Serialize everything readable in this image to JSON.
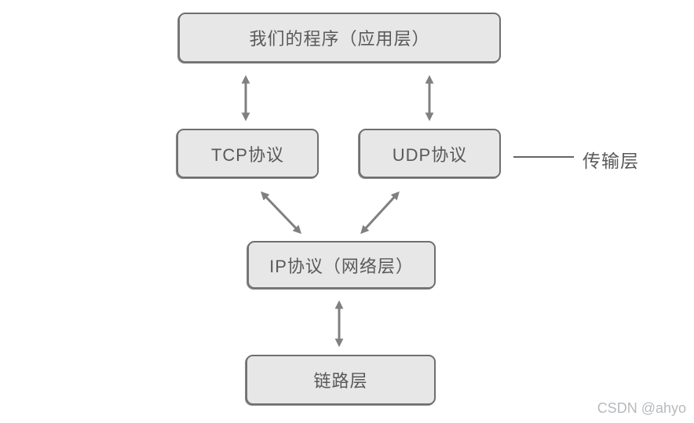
{
  "diagram": {
    "title_semantic": "TCP/IP protocol stack layers",
    "nodes": {
      "app": {
        "label": "我们的程序（应用层）"
      },
      "tcp": {
        "label": "TCP协议"
      },
      "udp": {
        "label": "UDP协议"
      },
      "ip": {
        "label": "IP协议（网络层）"
      },
      "link": {
        "label": "链路层"
      }
    },
    "annotations": {
      "transport_layer": "传输层"
    },
    "edges": [
      {
        "from": "app",
        "to": "tcp",
        "type": "bidirectional-arrow"
      },
      {
        "from": "app",
        "to": "udp",
        "type": "bidirectional-arrow"
      },
      {
        "from": "tcp",
        "to": "ip",
        "type": "bidirectional-arrow"
      },
      {
        "from": "udp",
        "to": "ip",
        "type": "bidirectional-arrow"
      },
      {
        "from": "ip",
        "to": "link",
        "type": "bidirectional-arrow"
      },
      {
        "from": "udp",
        "to": "transport_layer_label",
        "type": "plain-line"
      }
    ],
    "colors": {
      "box_fill": "#e7e7e7",
      "box_border": "#6f6f6f",
      "box_text": "#595959",
      "arrow": "#808080",
      "callout_line": "#666666",
      "watermark_text": "#b7babd",
      "background": "#ffffff"
    }
  },
  "watermark": "CSDN @ahyo"
}
